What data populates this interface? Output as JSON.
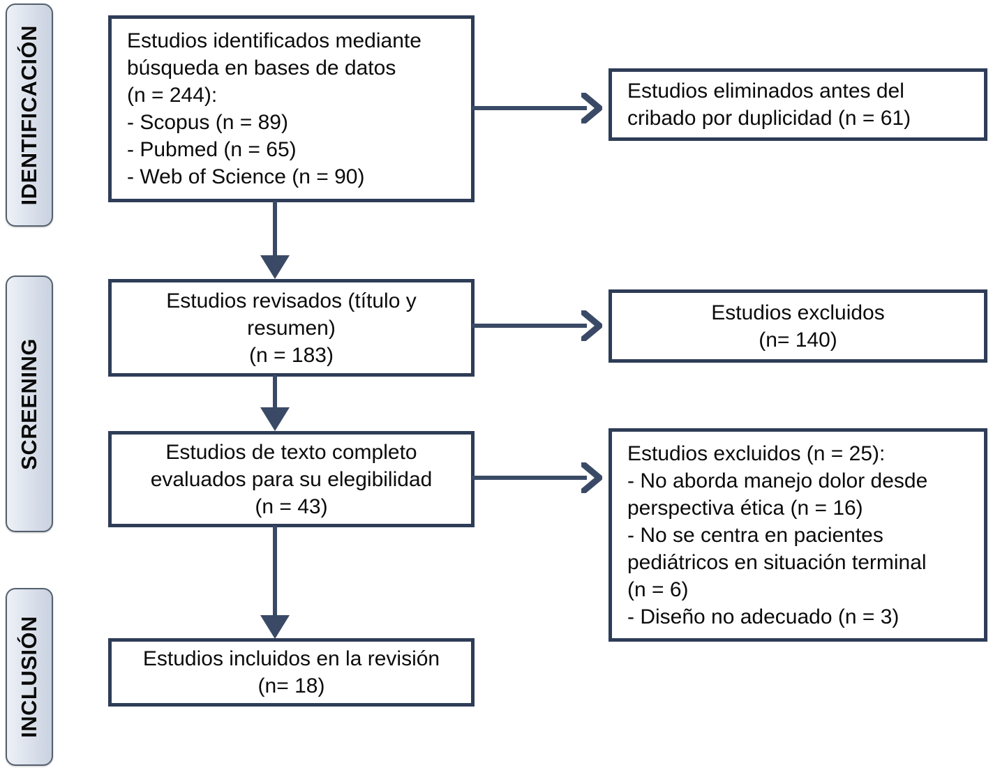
{
  "diagram": {
    "title": "PRISMA flow diagram",
    "accent_border_color": "#2e3c57",
    "connector_color": "#3a4a66",
    "box_fill_color": "#ffffff",
    "stage_pill_border_color": "#55606e"
  },
  "stages": [
    {
      "id": "identification",
      "label": "IDENTIFICACIÓN"
    },
    {
      "id": "screening",
      "label": "SCREENING"
    },
    {
      "id": "inclusion",
      "label": "INCLUSIÓN"
    }
  ],
  "boxes": {
    "identified": {
      "text": "Estudios identificados mediante búsqueda en bases de datos\n(n = 244):\n- Scopus (n = 89)\n- Pubmed (n = 65)\n- Web of Science (n = 90)"
    },
    "removed_duplicates": {
      "text": "Estudios eliminados antes del cribado por duplicidad (n = 61)"
    },
    "screened": {
      "text": "Estudios revisados (título y resumen)\n(n = 183)"
    },
    "excluded_screening": {
      "text": "Estudios excluidos\n(n= 140)"
    },
    "fulltext_assessed": {
      "text": "Estudios de texto completo evaluados para su elegibilidad\n(n = 43)"
    },
    "excluded_fulltext": {
      "text": "Estudios excluidos (n = 25):\n- No aborda manejo dolor desde perspectiva ética (n = 16)\n- No se centra en pacientes pediátricos en situación terminal\n(n = 6)\n- Diseño no adecuado (n = 3)"
    },
    "included": {
      "text": "Estudios incluidos en la revisión\n(n= 18)"
    }
  },
  "counts": {
    "identified_total": 244,
    "scopus": 89,
    "pubmed": 65,
    "web_of_science": 90,
    "duplicates_removed": 61,
    "screened": 183,
    "excluded_screening": 140,
    "fulltext_assessed": 43,
    "excluded_fulltext_total": 25,
    "excluded_not_ethical_perspective": 16,
    "excluded_not_pediatric_terminal": 6,
    "excluded_design": 3,
    "included": 18
  }
}
